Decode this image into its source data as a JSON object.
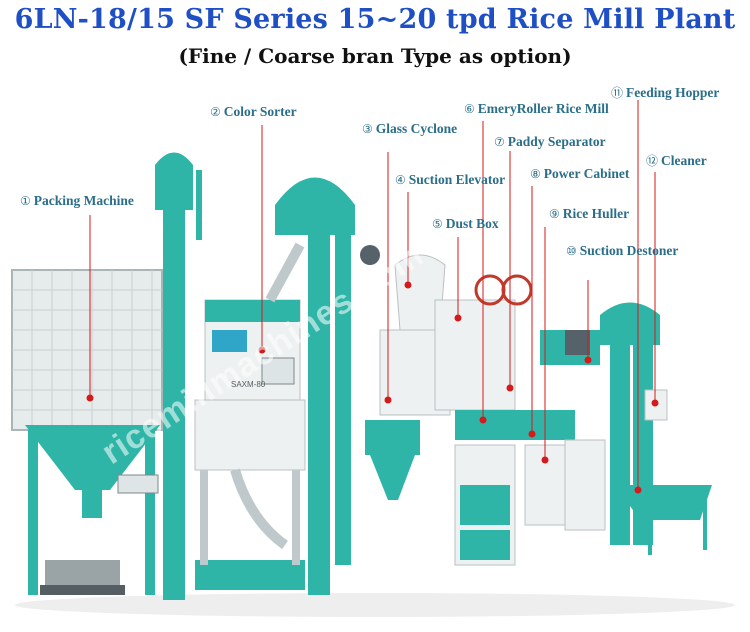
{
  "title": "6LN-18/15 SF Series 15~20 tpd Rice Mill Plant",
  "subtitle": "(Fine / Coarse bran Type as option)",
  "watermark": "ricemillmachines.com",
  "colors": {
    "title": "#1f4fc4",
    "label": "#2b6e8a",
    "machine_teal": "#2fb5a8",
    "machine_white": "#eef1f1",
    "leader_line": "#d41a1a"
  },
  "machine_plate": "SAXM-80",
  "components": [
    {
      "num": "①",
      "name": "Packing Machine"
    },
    {
      "num": "②",
      "name": "Color Sorter"
    },
    {
      "num": "③",
      "name": "Glass Cyclone"
    },
    {
      "num": "④",
      "name": "Suction Elevator"
    },
    {
      "num": "⑤",
      "name": "Dust Box"
    },
    {
      "num": "⑥",
      "name": "EmeryRoller Rice Mill"
    },
    {
      "num": "⑦",
      "name": "Paddy Separator"
    },
    {
      "num": "⑧",
      "name": "Power Cabinet"
    },
    {
      "num": "⑨",
      "name": "Rice Huller"
    },
    {
      "num": "⑩",
      "name": "Suction Destoner"
    },
    {
      "num": "⑪",
      "name": "Feeding Hopper"
    },
    {
      "num": "⑫",
      "name": "Cleaner"
    }
  ]
}
